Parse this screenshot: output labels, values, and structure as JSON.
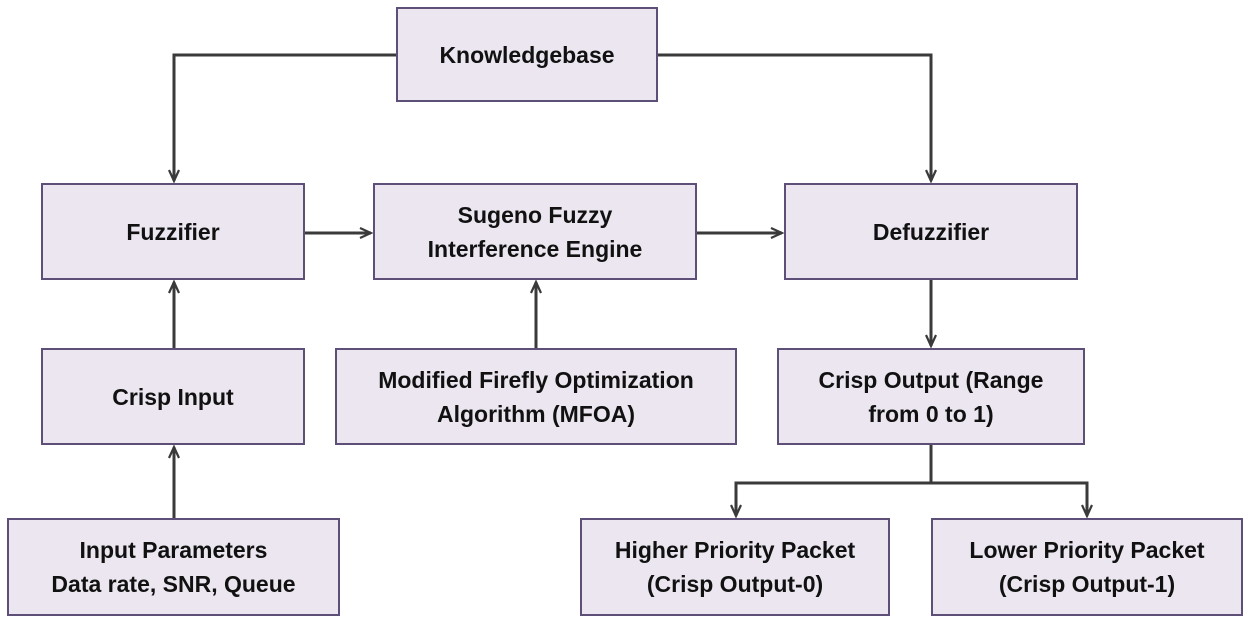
{
  "colors": {
    "box_fill": "#ebe6ef",
    "box_border": "#5e4f78",
    "connector": "#3a3a3a",
    "text": "#111111"
  },
  "nodes": {
    "knowledgebase": "Knowledgebase",
    "fuzzifier": "Fuzzifier",
    "sugeno": "Sugeno Fuzzy\nInterference Engine",
    "defuzzifier": "Defuzzifier",
    "crisp_input": "Crisp Input",
    "mfoa": "Modified Firefly Optimization\nAlgorithm (MFOA)",
    "crisp_output": "Crisp Output (Range\nfrom 0 to 1)",
    "input_parameters": "Input Parameters\nData rate, SNR, Queue",
    "higher_priority": "Higher Priority Packet\n(Crisp Output-0)",
    "lower_priority": "Lower Priority Packet\n(Crisp Output-1)"
  },
  "edges": [
    {
      "from": "knowledgebase",
      "to": "fuzzifier"
    },
    {
      "from": "knowledgebase",
      "to": "defuzzifier"
    },
    {
      "from": "fuzzifier",
      "to": "sugeno"
    },
    {
      "from": "sugeno",
      "to": "defuzzifier"
    },
    {
      "from": "crisp_input",
      "to": "fuzzifier"
    },
    {
      "from": "mfoa",
      "to": "sugeno"
    },
    {
      "from": "defuzzifier",
      "to": "crisp_output"
    },
    {
      "from": "input_parameters",
      "to": "crisp_input"
    },
    {
      "from": "crisp_output",
      "to": "higher_priority"
    },
    {
      "from": "crisp_output",
      "to": "lower_priority"
    }
  ]
}
